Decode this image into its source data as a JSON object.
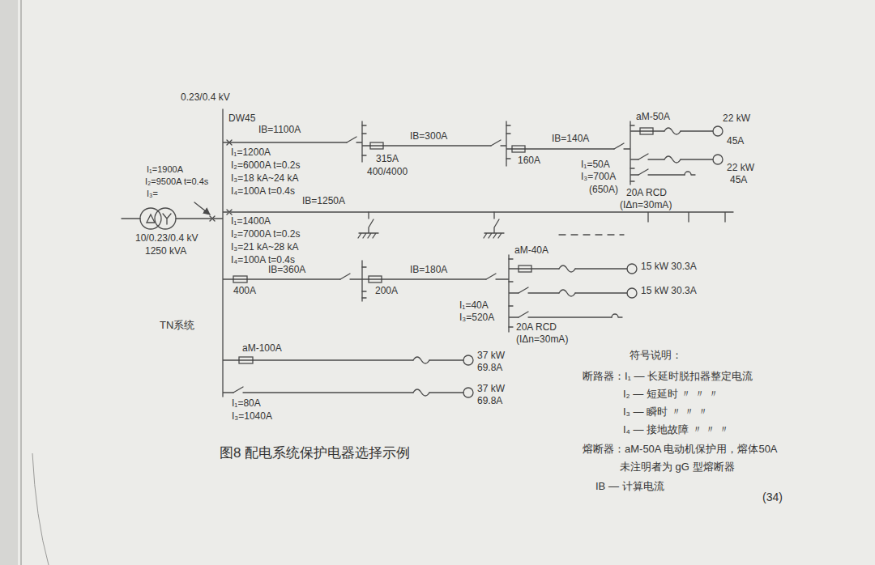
{
  "diagram": {
    "caption": "图8 配电系统保护电器选择示例",
    "labels": [
      "0.23/0.4 kV",
      "DW45",
      "IB=1100A",
      "I₁=1200A",
      "I₂=6000A t=0.2s",
      "I₃=18 kA~24 kA",
      "I₄=100A t=0.4s",
      "I₁=1900A",
      "I₂=9500A t=0.4s",
      "I₃=",
      "10/0.23/0.4 kV",
      "1250 kVA",
      "IB=1250A",
      "I₁=1400A",
      "I₂=7000A t=0.2s",
      "I₃=21 kA~28 kA",
      "I₄=100A t=0.4s",
      "315A",
      "400/4000",
      "IB=300A",
      "160A",
      "IB=140A",
      "aM-50A",
      "22 kW",
      "45A",
      "22 kW",
      "45A",
      "I₁=50A",
      "I₃=700A",
      "(650A)",
      "20A RCD",
      "(IΔn=30mA)",
      "400A",
      "IB=360A",
      "200A",
      "IB=180A",
      "aM-40A",
      "15 kW 30.3A",
      "15 kW 30.3A",
      "I₁=40A",
      "I₃=520A",
      "20A RCD",
      "(IΔn=30mA)",
      "TN系统",
      "aM-100A",
      "37 kW",
      "69.8A",
      "I₁=80A",
      "I₃=1040A",
      "37 kW",
      "69.8A",
      "符号说明：",
      "断路器：I₁ — 长延时脱扣器整定电流",
      "I₂ — 短延时 〃 〃 〃",
      "I₃ — 瞬时 〃 〃 〃",
      "I₄ — 接地故障 〃 〃 〃",
      "熔断器：aM-50A 电动机保护用，熔体50A",
      "未注明者为 gG 型熔断器",
      "IB — 计算电流",
      "(34)"
    ]
  }
}
